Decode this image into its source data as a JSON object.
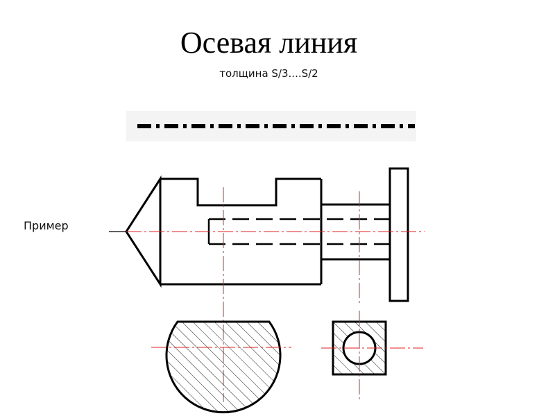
{
  "title": "Осевая линия",
  "subtitle": "толщина S/3....S/2",
  "example_label": "Пример",
  "colors": {
    "outline": "#000000",
    "axis": "#e02020",
    "hatch": "#000000",
    "sample_bg": "#f4f4f4"
  }
}
